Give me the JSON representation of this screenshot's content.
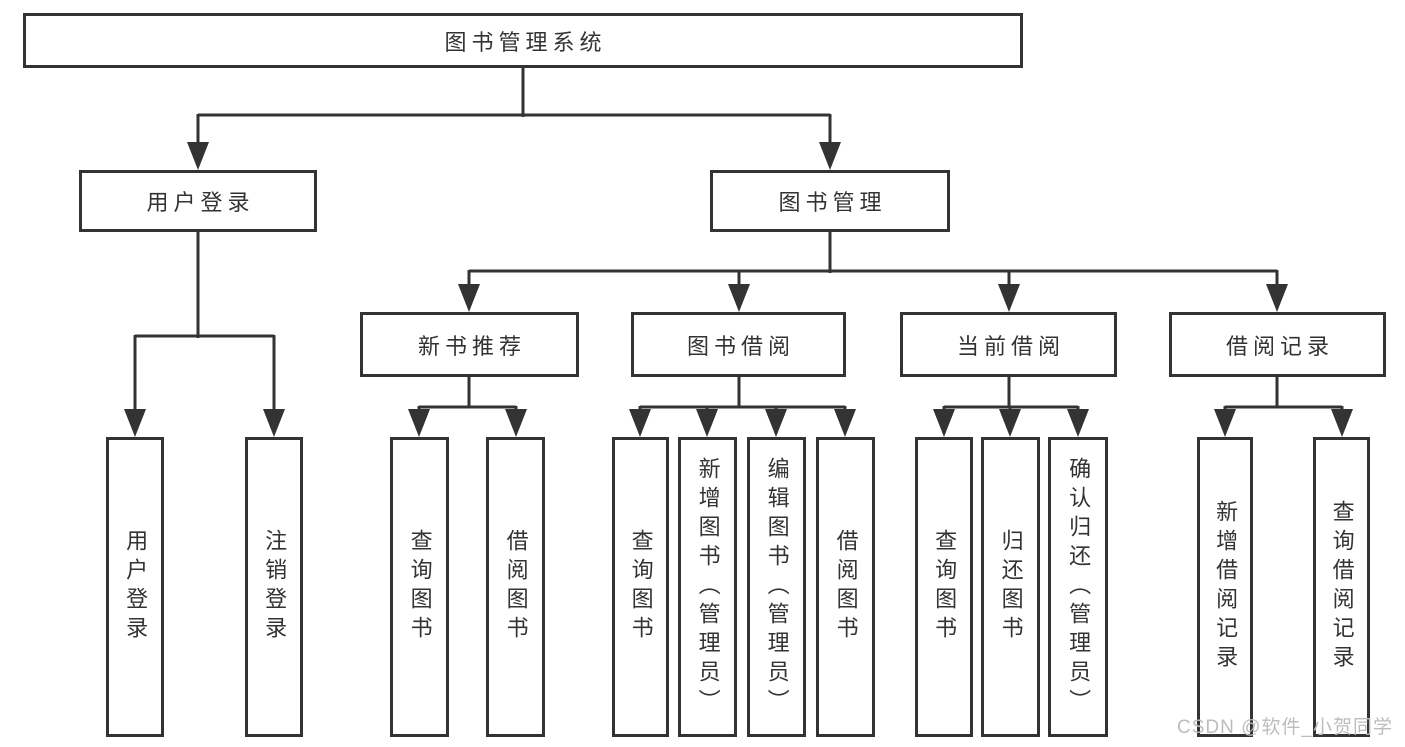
{
  "diagram": {
    "root": {
      "label": "图书管理系统"
    },
    "level2": [
      {
        "label": "用户登录"
      },
      {
        "label": "图书管理"
      }
    ],
    "level3": [
      {
        "label": "新书推荐"
      },
      {
        "label": "图书借阅"
      },
      {
        "label": "当前借阅"
      },
      {
        "label": "借阅记录"
      }
    ],
    "leaves": {
      "user_login": [
        {
          "label": "用户登录"
        },
        {
          "label": "注销登录"
        }
      ],
      "new_book_recommend": [
        {
          "label": "查询图书"
        },
        {
          "label": "借阅图书"
        }
      ],
      "book_borrowing": [
        {
          "label": "查询图书"
        },
        {
          "label": "新增图书（管理员）"
        },
        {
          "label": "编辑图书（管理员）"
        },
        {
          "label": "借阅图书"
        }
      ],
      "current_borrowing": [
        {
          "label": "查询图书"
        },
        {
          "label": "归还图书"
        },
        {
          "label": "确认归还（管理员）"
        }
      ],
      "borrowing_records": [
        {
          "label": "新增借阅记录"
        },
        {
          "label": "查询借阅记录"
        }
      ]
    }
  },
  "watermark": {
    "text": "CSDN @软件_小贺同学"
  },
  "colors": {
    "line": "#333333",
    "text": "#333333",
    "box_background": "#ffffff",
    "page_background": "#ffffff",
    "watermark": "#bdbdbd"
  }
}
